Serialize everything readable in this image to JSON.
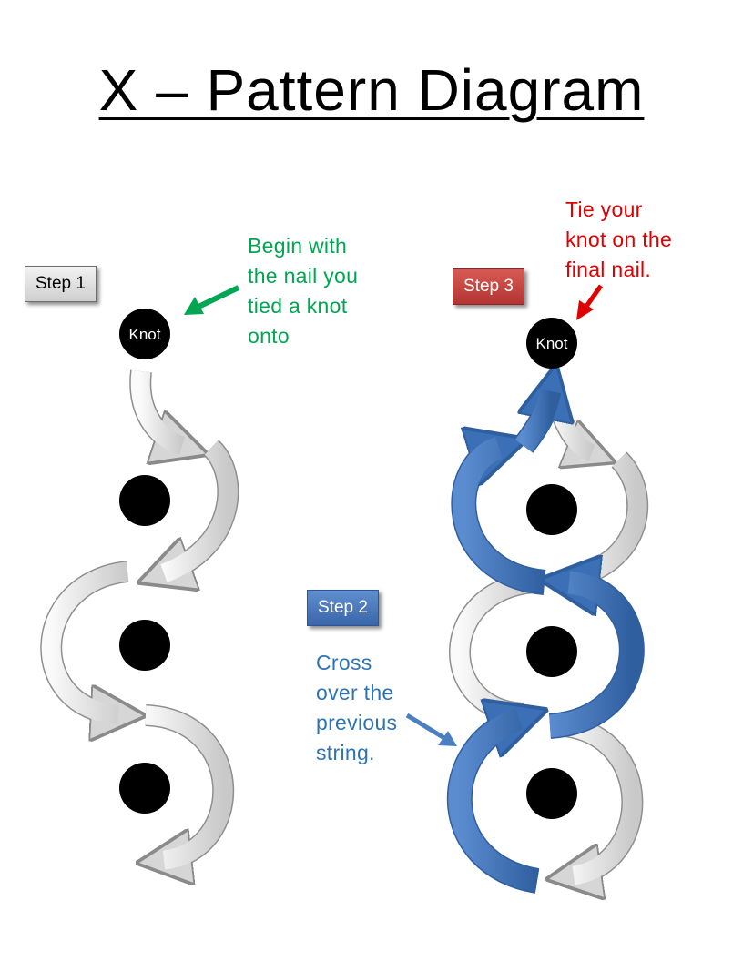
{
  "title": "X – Pattern Diagram",
  "steps": {
    "step1": "Step 1",
    "step2": "Step 2",
    "step3": "Step 3"
  },
  "notes": {
    "begin": "Begin with\nthe nail you\ntied a knot\nonto",
    "tie": "Tie your\nknot on the\nfinal nail.",
    "cross": "Cross\nover the\nprevious\nstring."
  },
  "nails": {
    "knot_label": "Knot"
  },
  "colors": {
    "blue_arrow": "#3b6fb6",
    "gray_arrow": "#d6d6d6",
    "green_text": "#00a651",
    "red_text": "#e00000",
    "blue_text": "#2e74b5"
  }
}
